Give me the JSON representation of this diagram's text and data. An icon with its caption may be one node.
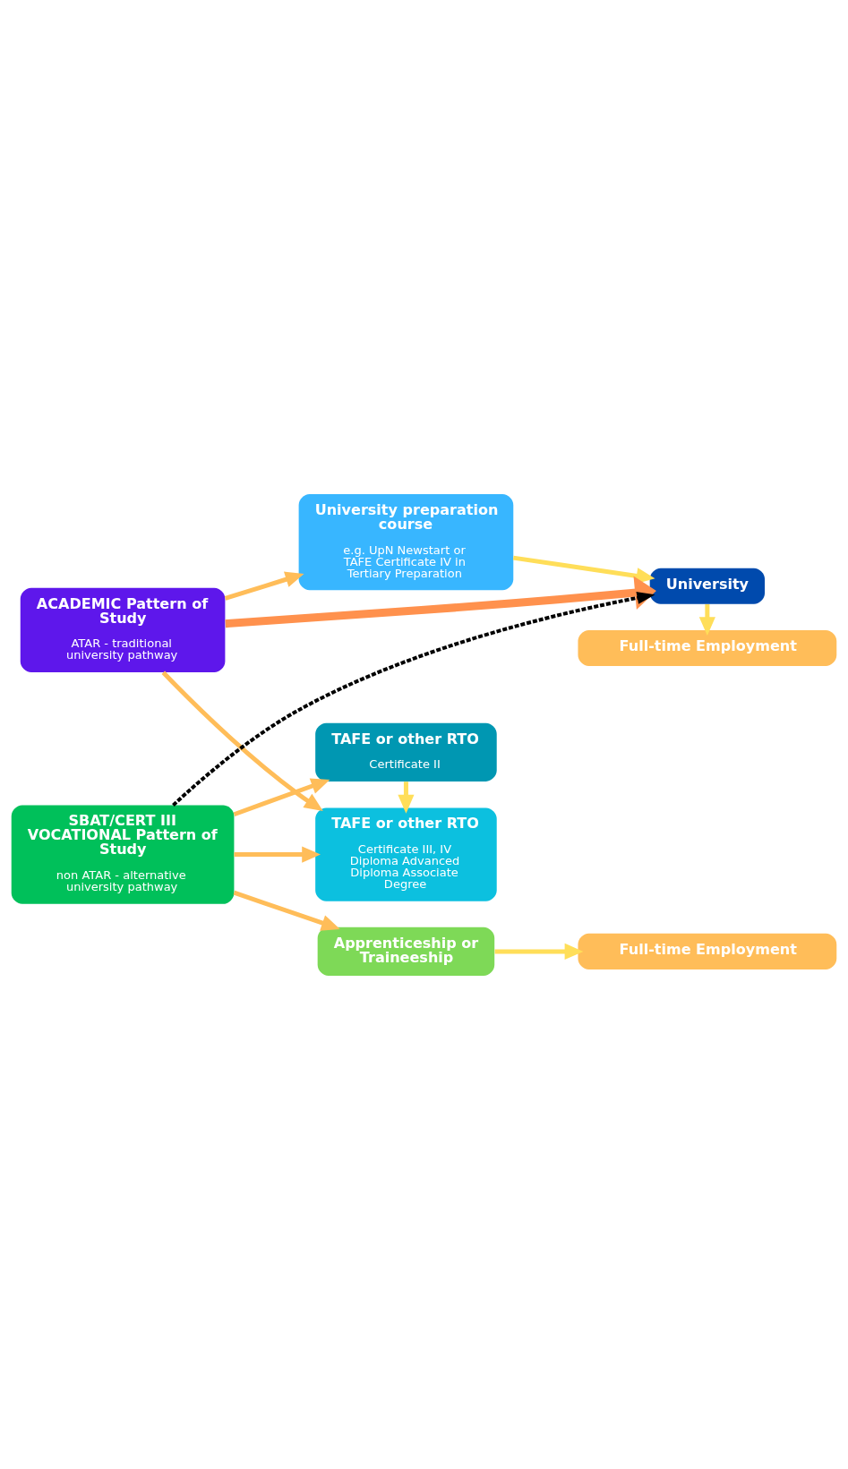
{
  "diagram": {
    "nodes": [
      {
        "text": [
          "Full-time Employment"
        ]
      },
      {
        "text": [
          "University"
        ]
      },
      {
        "text": [
          "University preparation course",
          "e.g. UpN Newstart or TAFE Certificate IV in Tertiary Preparation"
        ]
      },
      {
        "text": [
          "ACADEMIC Pattern of Study",
          "ATAR - traditional university pathway"
        ]
      },
      {
        "text": [
          "TAFE or other RTO",
          "Certificate III, IV Diploma Advanced Diploma Associate Degree"
        ]
      },
      {
        "text": [
          "SBAT/CERT III VOCATIONAL Pattern of Study",
          "non ATAR - alternative university pathway"
        ]
      },
      {
        "text": [
          "TAFE or other RTO",
          "Certificate II"
        ]
      },
      {
        "text": [
          "Apprenticeship or Traineeship"
        ]
      },
      {
        "text": [
          "Full-time Employment"
        ]
      }
    ],
    "edges": [
      {
        "from": 1,
        "to": 0,
        "arrow": "to",
        "color": "#ffde59"
      },
      {
        "from": 2,
        "to": 1,
        "arrow": "to",
        "color": "#ffde59"
      },
      {
        "from": 3,
        "to": 1,
        "arrow": "to",
        "style": "thick",
        "color": "#ff914d"
      },
      {
        "from": 5,
        "to": 1,
        "arrow": "to",
        "style": "dashed",
        "color": "#000000"
      },
      {
        "from": 3,
        "to": 2,
        "arrow": "to"
      },
      {
        "from": 3,
        "to": 4,
        "arrow": "to"
      },
      {
        "from": 5,
        "to": 4,
        "arrow": "to"
      },
      {
        "from": 5,
        "to": 6,
        "arrow": "to"
      },
      {
        "from": 6,
        "to": 4,
        "arrow": "to",
        "color": "#ffde59"
      },
      {
        "from": 5,
        "to": 7,
        "arrow": "to"
      },
      {
        "from": 7,
        "to": 8,
        "arrow": "to",
        "color": "#ffde59"
      }
    ]
  }
}
